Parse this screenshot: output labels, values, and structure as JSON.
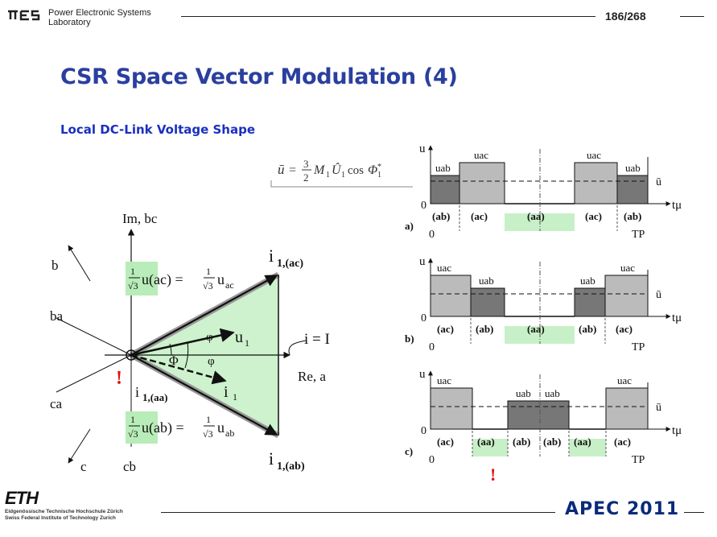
{
  "header": {
    "lab_line1": "Power Electronic Systems",
    "lab_line2": "Laboratory",
    "page_number": "186/268"
  },
  "title": "CSR Space Vector Modulation  (4)",
  "subtitle": "Local DC-Link Voltage Shape",
  "formula": "ū = 3/2 M₁Û₁ cos Φ₁*",
  "phasor": {
    "im_label": "Im, bc",
    "re_label": "Re, a",
    "b": "b",
    "c": "c",
    "ba": "ba",
    "ca": "ca",
    "cb": "cb",
    "i_ac": "i",
    "i_ac_sub": "1,(ac)",
    "i_ab": "i",
    "i_ab_sub": "1,(ab)",
    "i_aa": "i",
    "i_aa_sub": "1,(aa)",
    "i_star": "i",
    "i_star_sub": "1",
    "u1": "u",
    "u1_sub": "1",
    "i_eq": "i = I",
    "phi_u": "φ",
    "phi_i": "φ",
    "Phi1": "Φ",
    "eq_ac_left": "u(ac) =",
    "eq_ac_right": "u",
    "eq_ac_sub": "ac",
    "eq_ab_left": "u(ab) =",
    "eq_ab_right": "u",
    "eq_ab_sub": "ab",
    "frac_num": "1",
    "frac_den": "√3",
    "exclaim": "!"
  },
  "waveforms": {
    "u_axis": "u",
    "t_axis": "tμ",
    "Tp": "TP",
    "zero": "0",
    "ubar": "ū",
    "a": {
      "tag": "a)",
      "segments": [
        "(ab)",
        "(ac)",
        "(aa)",
        "(ac)",
        "(ab)"
      ],
      "labels": [
        "uab",
        "uac",
        "uac",
        "uab"
      ]
    },
    "b": {
      "tag": "b)",
      "segments": [
        "(ac)",
        "(ab)",
        "(aa)",
        "(ab)",
        "(ac)"
      ],
      "labels": [
        "uac",
        "uab",
        "uab",
        "uac"
      ]
    },
    "c": {
      "tag": "c)",
      "segments": [
        "(ac)",
        "(aa)",
        "(ab)",
        "(ab)",
        "(aa)",
        "(ac)"
      ],
      "labels": [
        "uac",
        "uab",
        "uab",
        "uac"
      ]
    },
    "exclaim": "!"
  },
  "footer": {
    "eth_logo": "ETH",
    "eth_line1": "Eidgenössische Technische Hochschule Zürich",
    "eth_line2": "Swiss Federal Institute of Technology Zurich",
    "apec": "APEC 2011"
  }
}
